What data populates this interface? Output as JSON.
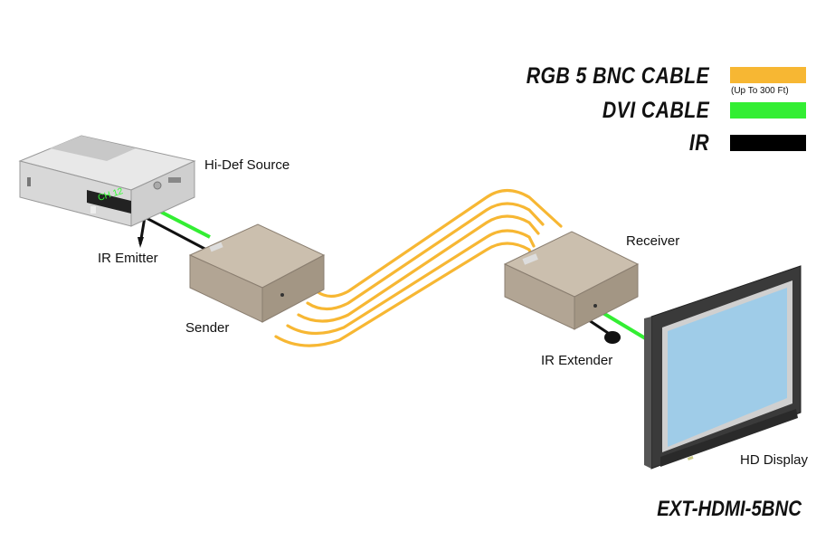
{
  "legend": {
    "items": [
      {
        "label": "RGB 5 BNC CABLE",
        "sublabel": "(Up To 300 Ft)",
        "color": "#f7b733"
      },
      {
        "label": "DVI CABLE",
        "sublabel": "",
        "color": "#33ee33"
      },
      {
        "label": "IR",
        "sublabel": "",
        "color": "#000000"
      }
    ]
  },
  "labels": {
    "source": "Hi-Def Source",
    "ir_emitter": "IR Emitter",
    "sender": "Sender",
    "receiver": "Receiver",
    "ir_extender": "IR Extender",
    "display": "HD Display"
  },
  "source_display_text": "CH 12",
  "model": "EXT-HDMI-5BNC",
  "colors": {
    "rgb_cable": "#f7b733",
    "dvi_cable": "#33ee33",
    "ir_cable": "#111111",
    "box": "#b9a996",
    "screen": "#9fcce8"
  }
}
